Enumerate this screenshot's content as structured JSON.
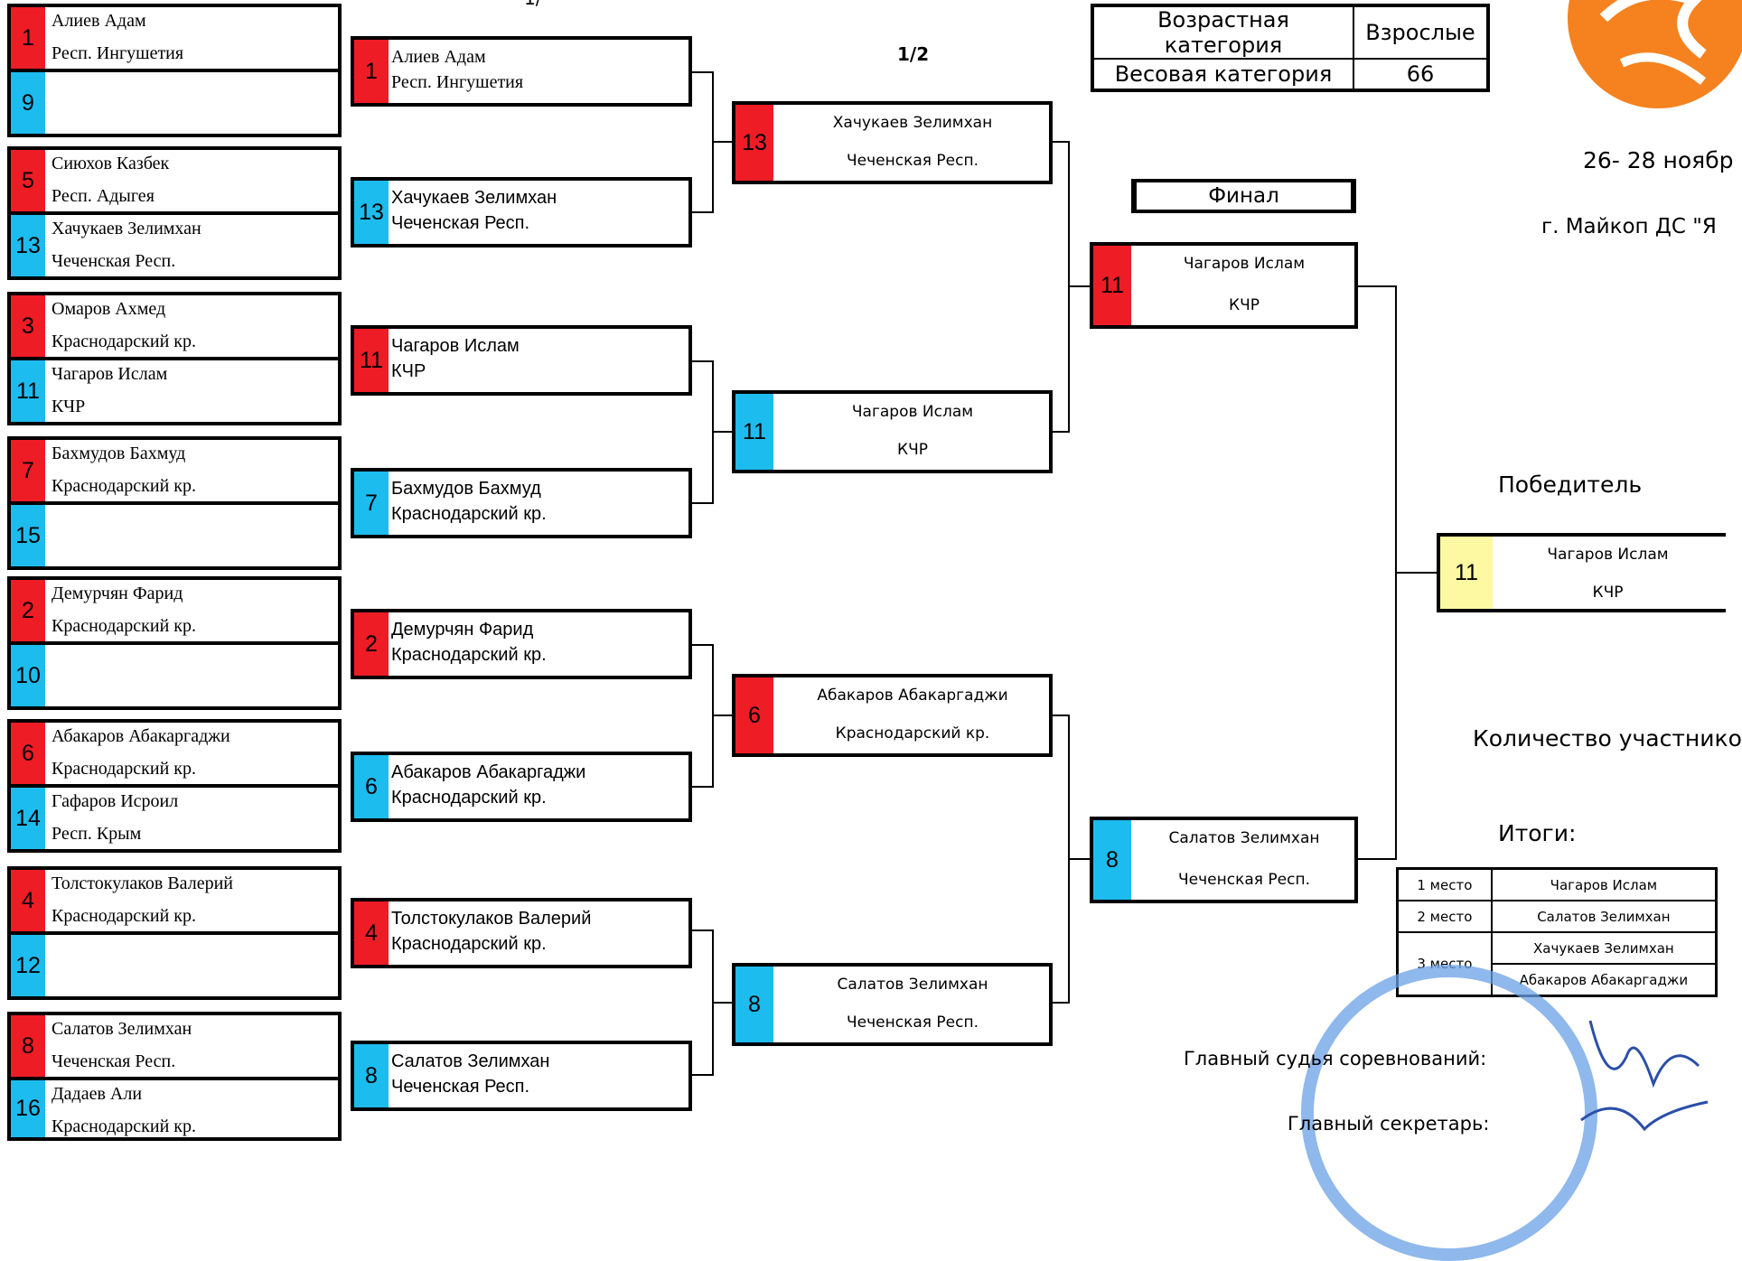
{
  "header": {
    "title_fragment": "1/",
    "semifinal_label": "1/2",
    "final_label": "Финал",
    "winner_label": "Победитель",
    "date_text": "26- 28 ноябр",
    "place_text": "г. Майкоп ДС \"Я",
    "participants_label": "Количество участнико",
    "results_label": "Итоги:"
  },
  "category": {
    "age_label": "Возрастная категория",
    "age_value": "Взрослые",
    "weight_label": "Весовая категория",
    "weight_value": "66"
  },
  "round1": [
    {
      "num": "1",
      "color": "red",
      "name": "Алиев Адам",
      "region": "Респ. Ингушетия"
    },
    {
      "num": "9",
      "color": "blue",
      "name": "",
      "region": ""
    },
    {
      "num": "5",
      "color": "red",
      "name": "Сиюхов Казбек",
      "region": "Респ. Адыгея"
    },
    {
      "num": "13",
      "color": "blue",
      "name": "Хачукаев Зелимхан",
      "region": "Чеченская Респ."
    },
    {
      "num": "3",
      "color": "red",
      "name": "Омаров Ахмед",
      "region": "Краснодарский кр."
    },
    {
      "num": "11",
      "color": "blue",
      "name": "Чагаров Ислам",
      "region": "КЧР"
    },
    {
      "num": "7",
      "color": "red",
      "name": "Бахмудов Бахмуд",
      "region": "Краснодарский кр."
    },
    {
      "num": "15",
      "color": "blue",
      "name": "",
      "region": ""
    },
    {
      "num": "2",
      "color": "red",
      "name": "Демурчян Фарид",
      "region": "Краснодарский кр."
    },
    {
      "num": "10",
      "color": "blue",
      "name": "",
      "region": ""
    },
    {
      "num": "6",
      "color": "red",
      "name": "Абакаров Абакаргаджи",
      "region": "Краснодарский кр."
    },
    {
      "num": "14",
      "color": "blue",
      "name": "Гафаров Исроил",
      "region": "Респ. Крым"
    },
    {
      "num": "4",
      "color": "red",
      "name": "Толстокулаков Валерий",
      "region": "Краснодарский кр."
    },
    {
      "num": "12",
      "color": "blue",
      "name": "",
      "region": ""
    },
    {
      "num": "8",
      "color": "red",
      "name": "Салатов Зелимхан",
      "region": "Чеченская Респ."
    },
    {
      "num": "16",
      "color": "blue",
      "name": "Дадаев Али",
      "region": "Краснодарский кр."
    }
  ],
  "round2": [
    {
      "num": "1",
      "color": "red",
      "name": "Алиев Адам",
      "region": "Респ. Ингушетия"
    },
    {
      "num": "13",
      "color": "blue",
      "name": "Хачукаев Зелимхан",
      "region": "Чеченская Респ."
    },
    {
      "num": "11",
      "color": "red",
      "name": "Чагаров Ислам",
      "region": "КЧР"
    },
    {
      "num": "7",
      "color": "blue",
      "name": "Бахмудов Бахмуд",
      "region": "Краснодарский кр."
    },
    {
      "num": "2",
      "color": "red",
      "name": "Демурчян Фарид",
      "region": "Краснодарский кр."
    },
    {
      "num": "6",
      "color": "blue",
      "name": "Абакаров Абакаргаджи",
      "region": "Краснодарский кр."
    },
    {
      "num": "4",
      "color": "red",
      "name": "Толстокулаков Валерий",
      "region": "Краснодарский кр."
    },
    {
      "num": "8",
      "color": "blue",
      "name": "Салатов Зелимхан",
      "region": "Чеченская Респ."
    }
  ],
  "semifinal": [
    {
      "num": "13",
      "color": "red",
      "name": "Хачукаев Зелимхан",
      "region": "Чеченская Респ."
    },
    {
      "num": "11",
      "color": "blue",
      "name": "Чагаров Ислам",
      "region": "КЧР"
    },
    {
      "num": "6",
      "color": "red",
      "name": "Абакаров Абакаргаджи",
      "region": "Краснодарский кр."
    },
    {
      "num": "8",
      "color": "blue",
      "name": "Салатов Зелимхан",
      "region": "Чеченская Респ."
    }
  ],
  "final": [
    {
      "num": "11",
      "color": "red",
      "name": "Чагаров Ислам",
      "region": "КЧР"
    },
    {
      "num": "8",
      "color": "blue",
      "name": "Салатов Зелимхан",
      "region": "Чеченская Респ."
    }
  ],
  "winner": {
    "num": "11",
    "name": "Чагаров Ислам",
    "region": "КЧР"
  },
  "results": [
    {
      "place": "1 место",
      "name": "Чагаров Ислам"
    },
    {
      "place": "2 место",
      "name": "Салатов Зелимхан"
    },
    {
      "place": "3 место",
      "name": "Хачукаев Зелимхан"
    },
    {
      "place": "",
      "name": "Абакаров Абакаргаджи"
    }
  ],
  "signatures": {
    "chief_judge": "Главный судья соревнований:",
    "chief_secretary": "Главный секретарь:"
  },
  "colors": {
    "red": "#ee1c25",
    "blue": "#1dbcef",
    "yellow": "#fdf9a3",
    "logo": "#f5821f",
    "stamp": "#6aa0e6"
  }
}
